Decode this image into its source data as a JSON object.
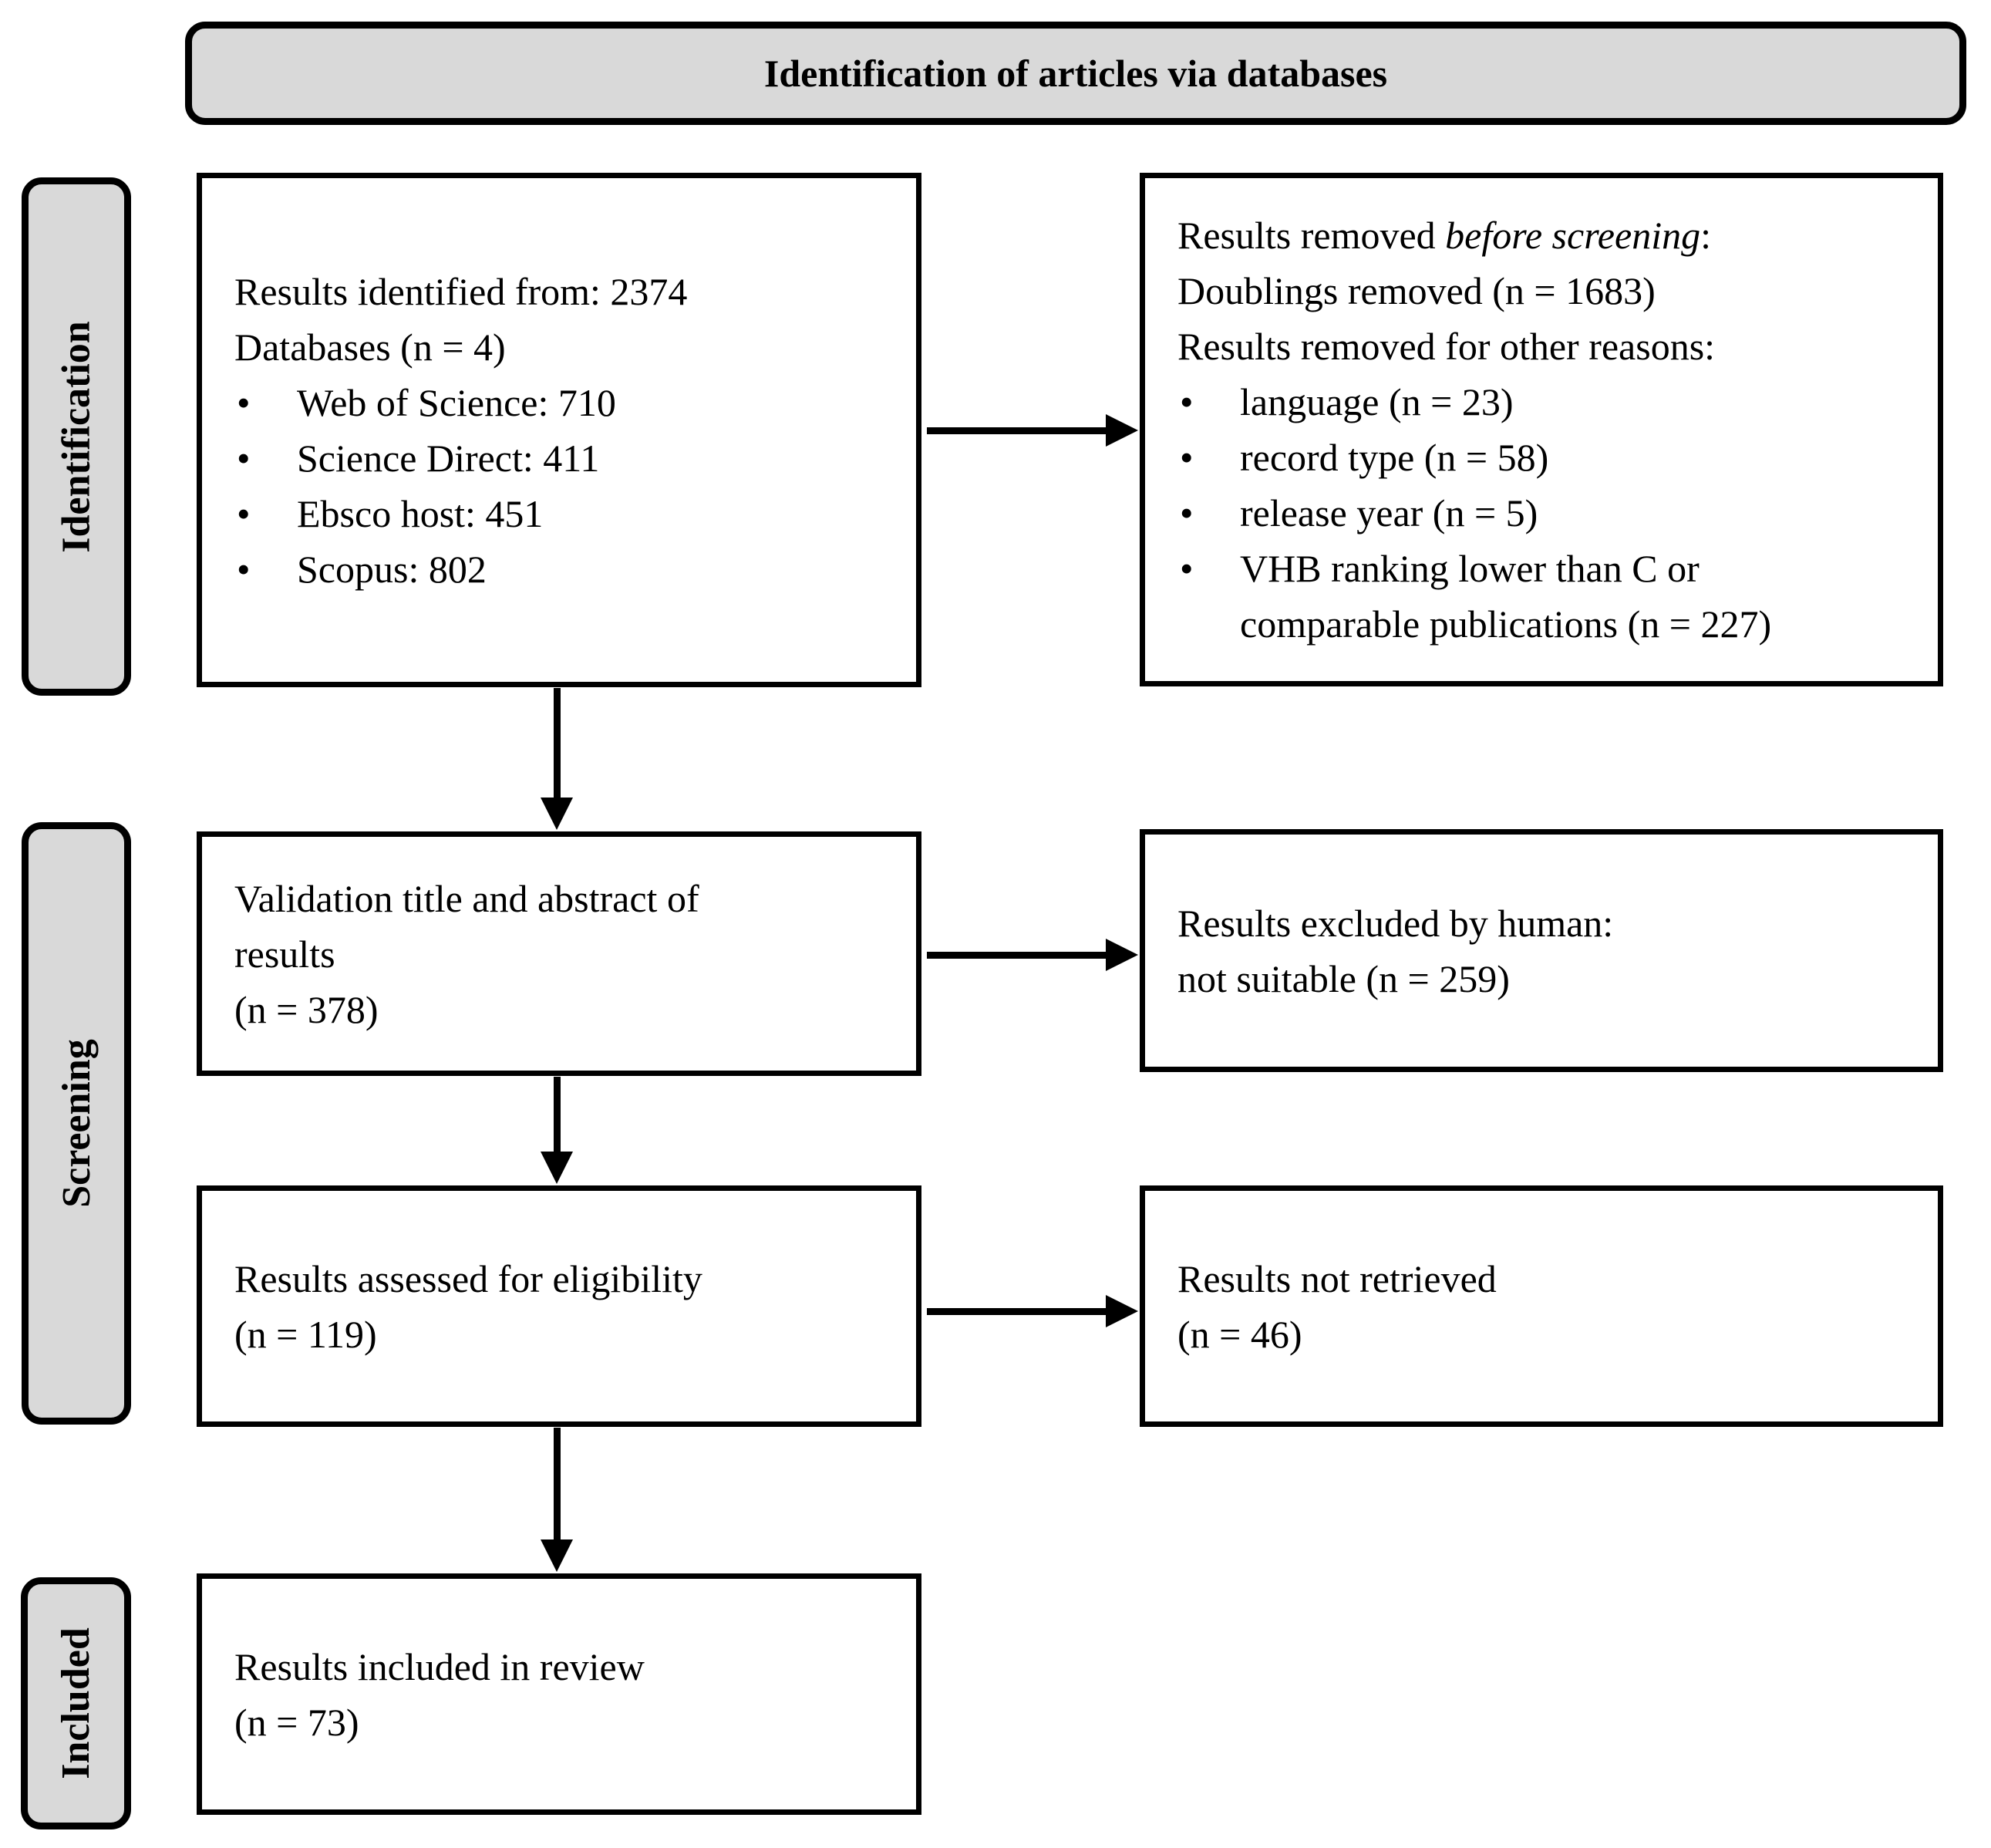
{
  "header": {
    "title": "Identification of articles via databases"
  },
  "sidebar": {
    "identification": "Identification",
    "screening": "Screening",
    "included": "Included"
  },
  "glyphs": {
    "bullet": "•"
  },
  "boxes": {
    "identified": {
      "line1": "Results identified from: 2374",
      "line2": "Databases (n = 4)",
      "bullets": [
        "Web of Science: 710",
        "Science Direct: 411",
        "Ebsco host: 451",
        "Scopus: 802"
      ]
    },
    "removed": {
      "line1_prefix": "Results removed ",
      "line1_italic": "before screening",
      "line1_suffix": ":",
      "line2": "Doublings removed (n = 1683)",
      "line3": "Results removed for other reasons:",
      "bullets": [
        "language (n = 23)",
        "record type (n = 58)",
        "release year (n = 5)",
        "VHB ranking lower than C or comparable publications (n = 227)"
      ]
    },
    "validation": {
      "line1": "Validation title and abstract of",
      "line2": "results",
      "line3": "(n = 378)"
    },
    "excluded": {
      "line1": "Results excluded by human:",
      "line2": "not suitable (n = 259)"
    },
    "assessed": {
      "line1": "Results assessed for eligibility",
      "line2": "(n = 119)"
    },
    "not_retrieved": {
      "line1": "Results not retrieved",
      "line2": "(n = 46)"
    },
    "included": {
      "line1": "Results included in review",
      "line2": "(n = 73)"
    }
  },
  "colors": {
    "banner_fill": "#d9d9d9",
    "box_fill": "#ffffff",
    "border": "#000000"
  }
}
